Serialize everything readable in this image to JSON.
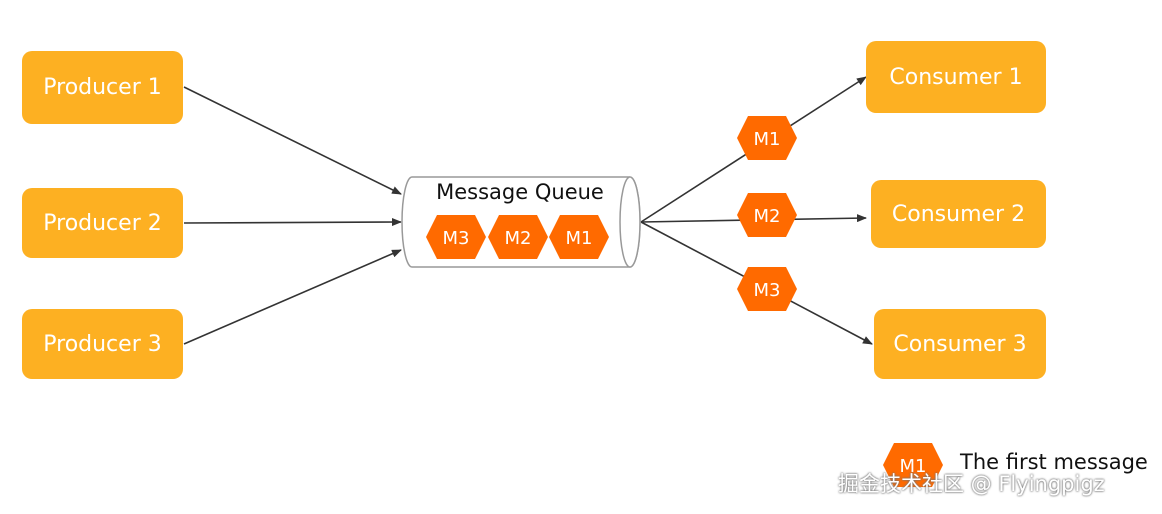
{
  "producers": [
    "Producer 1",
    "Producer 2",
    "Producer 3"
  ],
  "consumers": [
    "Consumer 1",
    "Consumer 2",
    "Consumer 3"
  ],
  "queue": {
    "title": "Message Queue",
    "messages": [
      "M3",
      "M2",
      "M1"
    ]
  },
  "deliveries": [
    "M1",
    "M2",
    "M3"
  ],
  "legend": {
    "symbol": "M1",
    "text": "The first message"
  },
  "watermark": "掘金技术社区 @ Flyingpigz",
  "colors": {
    "box": "#fdb022",
    "hexagon": "#ff6a00",
    "arrow": "#333333",
    "queue_outline": "#999999"
  }
}
